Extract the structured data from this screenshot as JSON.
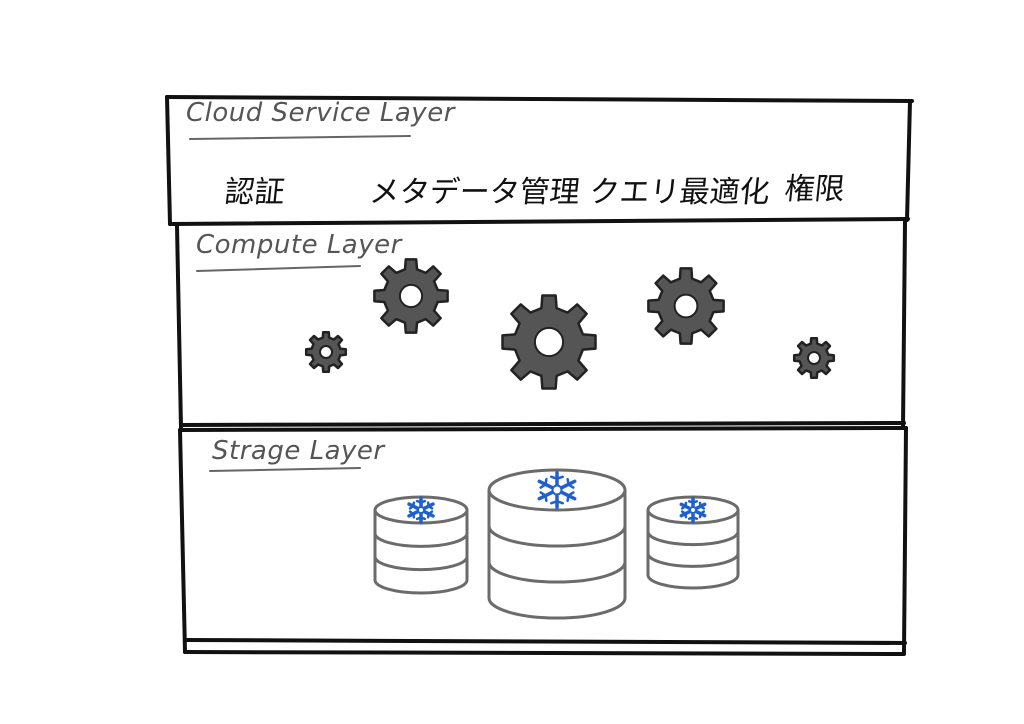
{
  "layers": [
    {
      "title": "Cloud Service Layer",
      "features": [
        "認証",
        "メタデータ管理",
        "クエリ最適化",
        "権限"
      ]
    },
    {
      "title": "Compute Layer",
      "gear_color": "#555555"
    },
    {
      "title": "Strage Layer",
      "disk_color": "#6b6b6b",
      "snowflake_color": "#1f5fd0"
    }
  ]
}
